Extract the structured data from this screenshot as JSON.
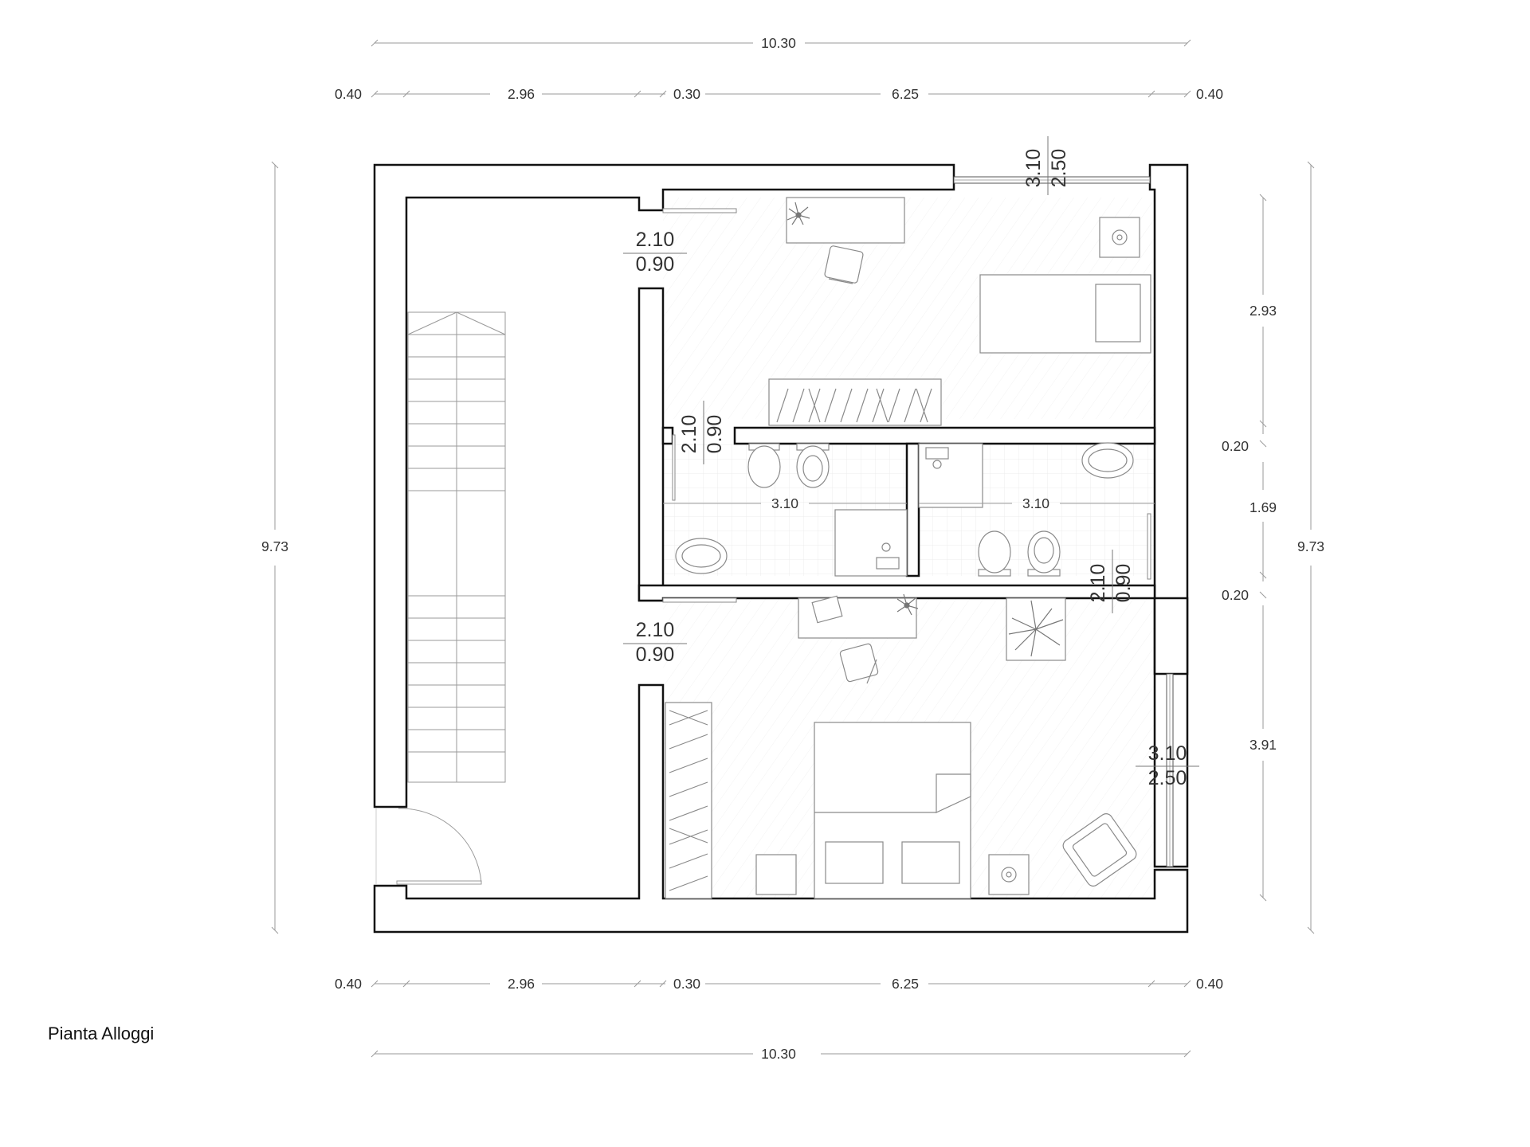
{
  "title": "Pianta Alloggi",
  "colors": {
    "wall_fill": "#ffffff",
    "wall_stroke": "#111111",
    "dim_line": "#9a9a9a",
    "furniture": "#8a8a8a",
    "text": "#333333"
  },
  "dimensions": {
    "top_overall": "10.30",
    "top_segments": [
      "0.40",
      "2.96",
      "0.30",
      "6.25",
      "0.40"
    ],
    "bottom_segments": [
      "0.40",
      "2.96",
      "0.30",
      "6.25",
      "0.40"
    ],
    "bottom_overall": "10.30",
    "left_overall": "9.73",
    "right_overall": "9.73",
    "right_segments": [
      "2.93",
      "0.20",
      "1.69",
      "0.20",
      "3.91"
    ]
  },
  "openings": {
    "window_top_right": {
      "height": "3.10",
      "width": "2.50"
    },
    "door_top_room": {
      "height": "2.10",
      "width": "0.90"
    },
    "door_bath_left": {
      "height": "2.10",
      "width": "0.90"
    },
    "door_bath_right": {
      "height": "2.10",
      "width": "0.90"
    },
    "door_bottom_room": {
      "height": "2.10",
      "width": "0.90"
    },
    "window_bottom_right": {
      "height": "3.10",
      "width": "2.50"
    }
  },
  "rooms": {
    "bath_left_width": "3.10",
    "bath_right_width": "3.10"
  },
  "icons": [
    "stair-icon",
    "entry-door-icon",
    "bed-icon",
    "desk-icon",
    "chair-icon",
    "plant-icon",
    "wardrobe-icon",
    "toilet-icon",
    "bidet-icon",
    "sink-icon",
    "shower-icon",
    "armchair-icon",
    "laptop-icon",
    "nightstand-icon"
  ]
}
